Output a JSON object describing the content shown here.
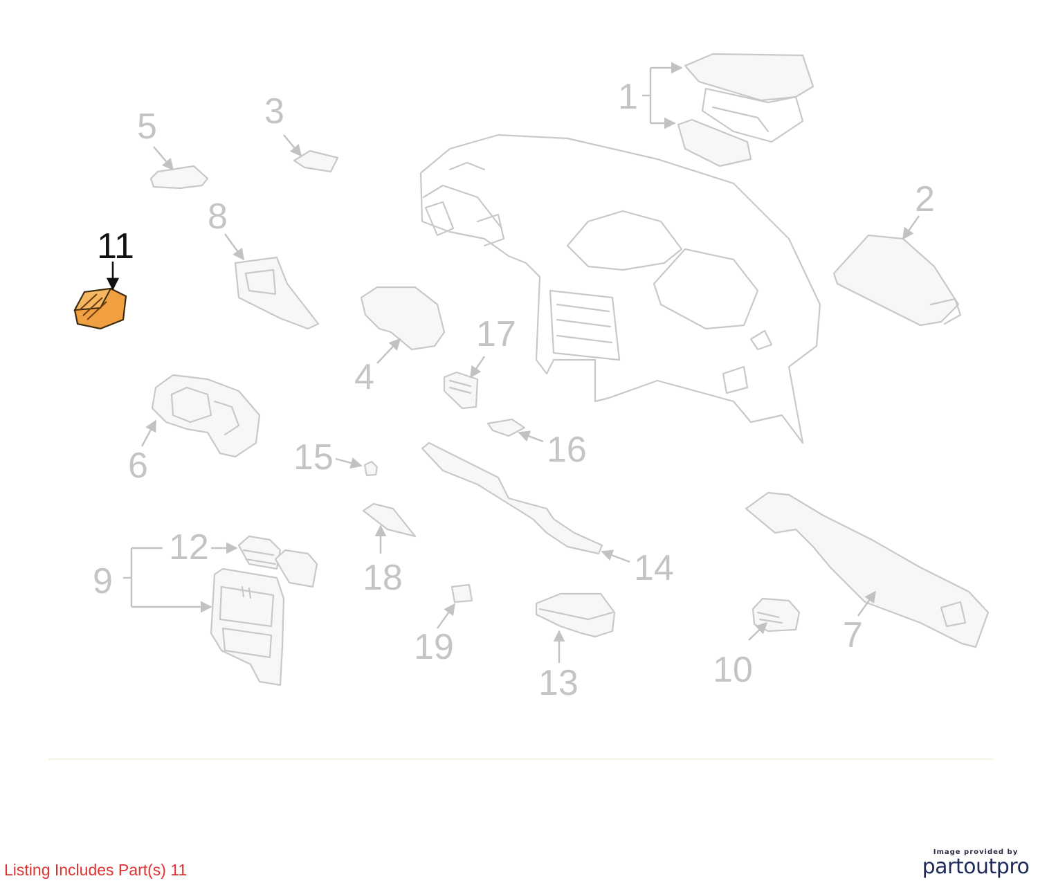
{
  "diagram": {
    "callouts": [
      "1",
      "2",
      "3",
      "4",
      "5",
      "6",
      "7",
      "8",
      "9",
      "10",
      "11",
      "12",
      "13",
      "14",
      "15",
      "16",
      "17",
      "18",
      "19"
    ],
    "highlighted_part": "11",
    "highlight_color": "#f0a040",
    "line_color": "#c8c8c8"
  },
  "footer": {
    "listing_note": "Listing Includes Part(s) 11",
    "provider_caption": "Image provided by",
    "provider_logo": "partoutpro"
  }
}
